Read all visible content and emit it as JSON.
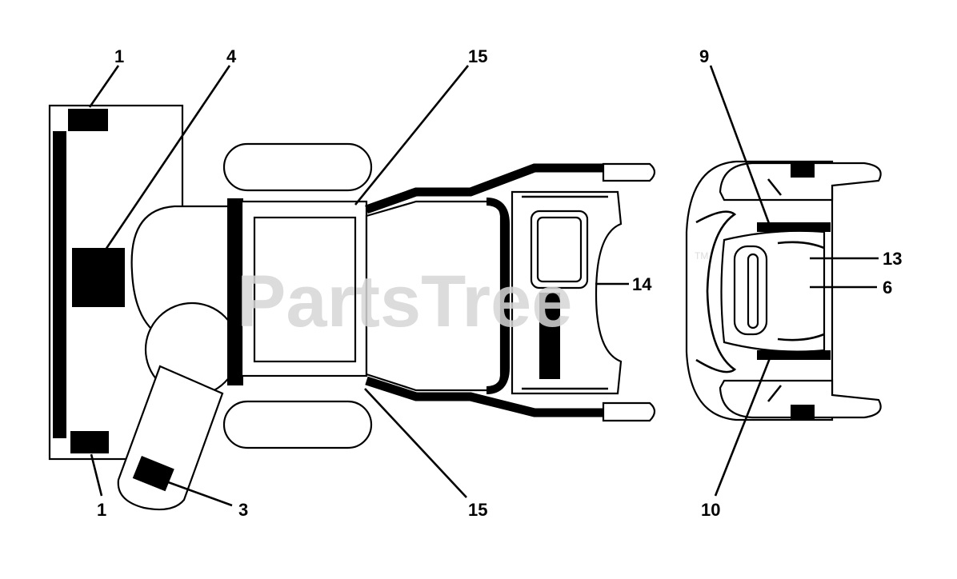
{
  "watermark": {
    "text": "PartsTree",
    "tm": "TM"
  },
  "callouts": {
    "c1_top": "1",
    "c1_bottom": "1",
    "c3": "3",
    "c4": "4",
    "c6": "6",
    "c9": "9",
    "c10": "10",
    "c13": "13",
    "c14": "14",
    "c15_top": "15",
    "c15_bottom": "15"
  }
}
